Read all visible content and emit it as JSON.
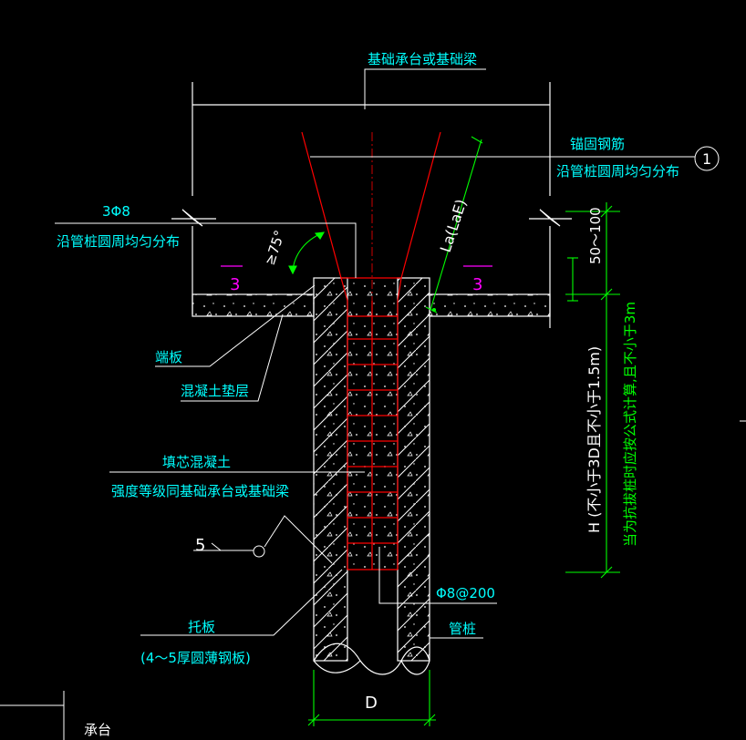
{
  "labels": {
    "top_title": "基础承台或基础梁",
    "anchor_bar": "锚固钢筋",
    "anchor_bar_sub": "沿管桩圆周均匀分布",
    "callout_number": "1",
    "bars_3phi8": "3Φ8",
    "bars_3phi8_sub": "沿管桩圆周均匀分布",
    "angle": "≥75°",
    "anchor_length": "La(LaE)",
    "section_left": "3",
    "section_right": "3",
    "end_plate": "端板",
    "cushion": "混凝土垫层",
    "infill": "填芯混凝土",
    "infill_sub": "强度等级同基础承台或基础梁",
    "detail_ref": "5",
    "stirrup": "Φ8@200",
    "support_plate": "托板",
    "support_plate_sub": "(4～5厚圆薄钢板)",
    "pipe_pile": "管桩",
    "dim_top": "50～100",
    "dim_H": "H (不小于3D且不小于1.5m)",
    "dim_H_note": "当为抗拔桩时应按公式计算,且不小于3m",
    "dim_D": "D",
    "bottom_left": "承台"
  },
  "colors": {
    "background": "#000000",
    "line": "#ffffff",
    "text": "#00ffff",
    "red": "#ff0000",
    "green": "#00ff00",
    "magenta": "#ff00ff"
  }
}
